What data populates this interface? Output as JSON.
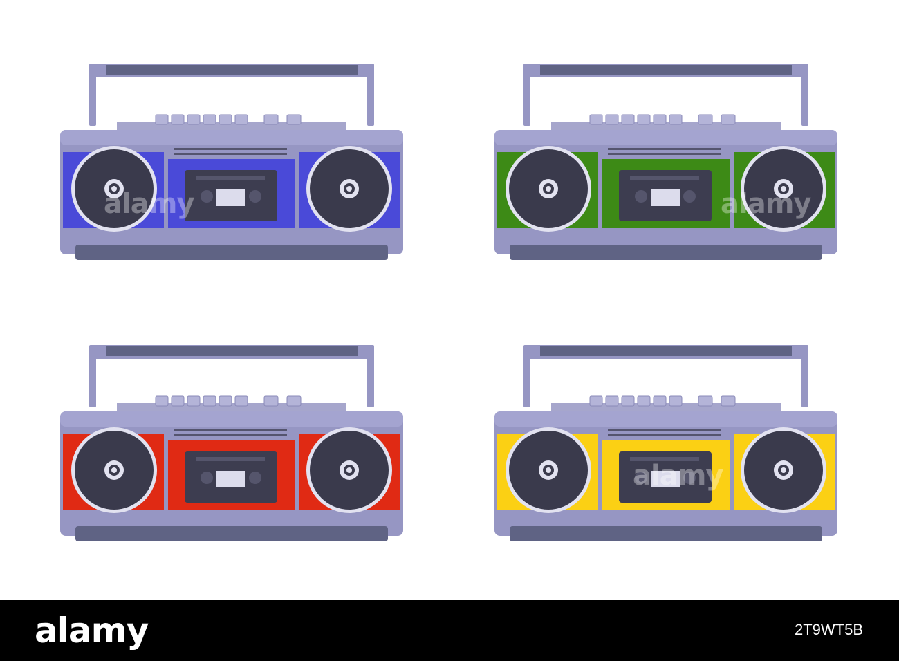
{
  "stock": {
    "watermark": "alamy",
    "logo_text": "alamy",
    "image_id": "2T9WT5B"
  },
  "boomboxes": [
    {
      "accent_color": "#4a4ad8"
    },
    {
      "accent_color": "#3d8a16"
    },
    {
      "accent_color": "#e02a14"
    },
    {
      "accent_color": "#fbd014"
    }
  ],
  "palette": {
    "body": "#9696c3",
    "body_dark": "#5f6384",
    "body_top": "#a4a4d0",
    "speaker_face": "#3a3a4c",
    "speaker_ring": "#e2e2f0",
    "label": "#dcdcec"
  }
}
